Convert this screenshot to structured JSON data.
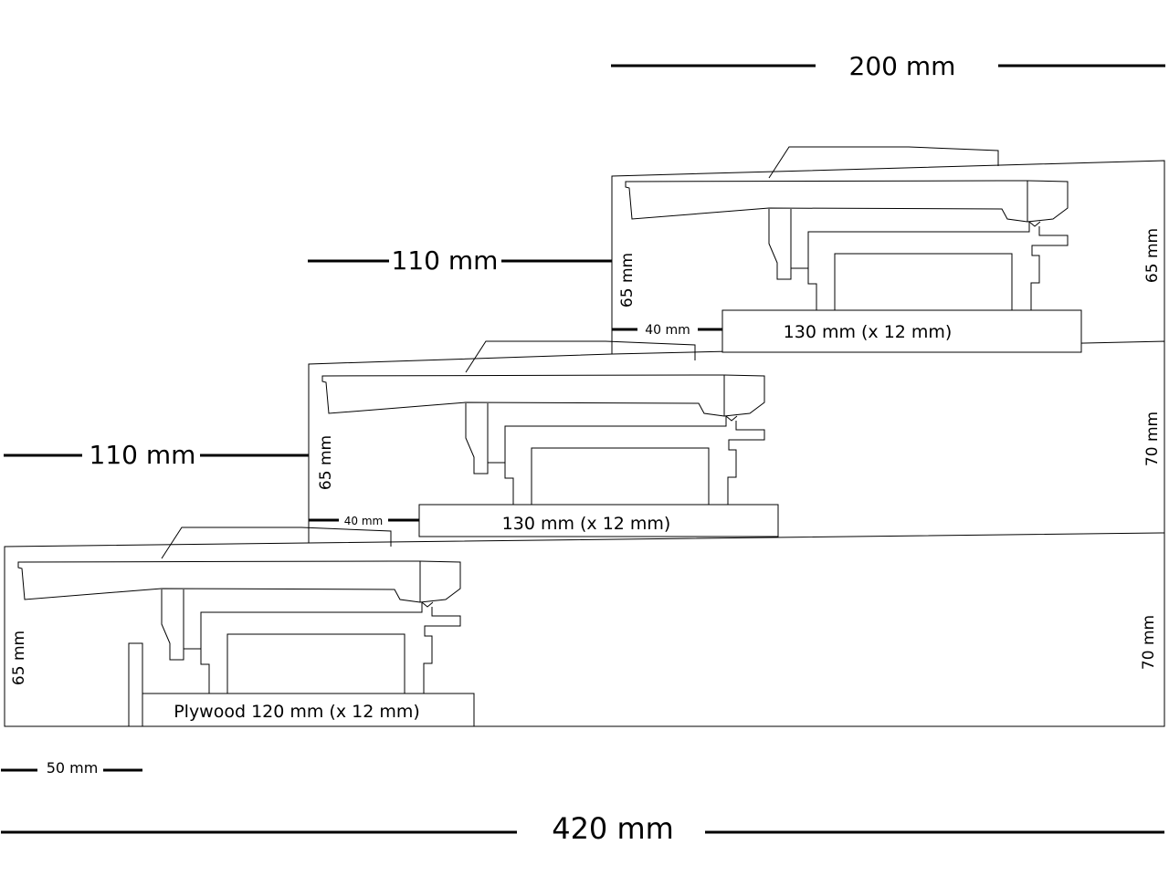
{
  "dimensions": {
    "top_width": "200 mm",
    "upper_offset": "110 mm",
    "middle_offset": "110 mm",
    "total_width": "420 mm",
    "scale_bar": "50 mm"
  },
  "tiers": [
    {
      "id": "upper",
      "left_height": "65 mm",
      "right_height": "65 mm",
      "gap": "40 mm",
      "base_label": "130 mm (x 12 mm)"
    },
    {
      "id": "middle",
      "left_height": "65 mm",
      "right_height": "70 mm",
      "gap": "40 mm",
      "base_label": "130 mm (x 12 mm)"
    },
    {
      "id": "lower",
      "left_height": "65 mm",
      "right_height": "70 mm",
      "base_label": "Plywood 120 mm (x 12 mm)"
    }
  ]
}
